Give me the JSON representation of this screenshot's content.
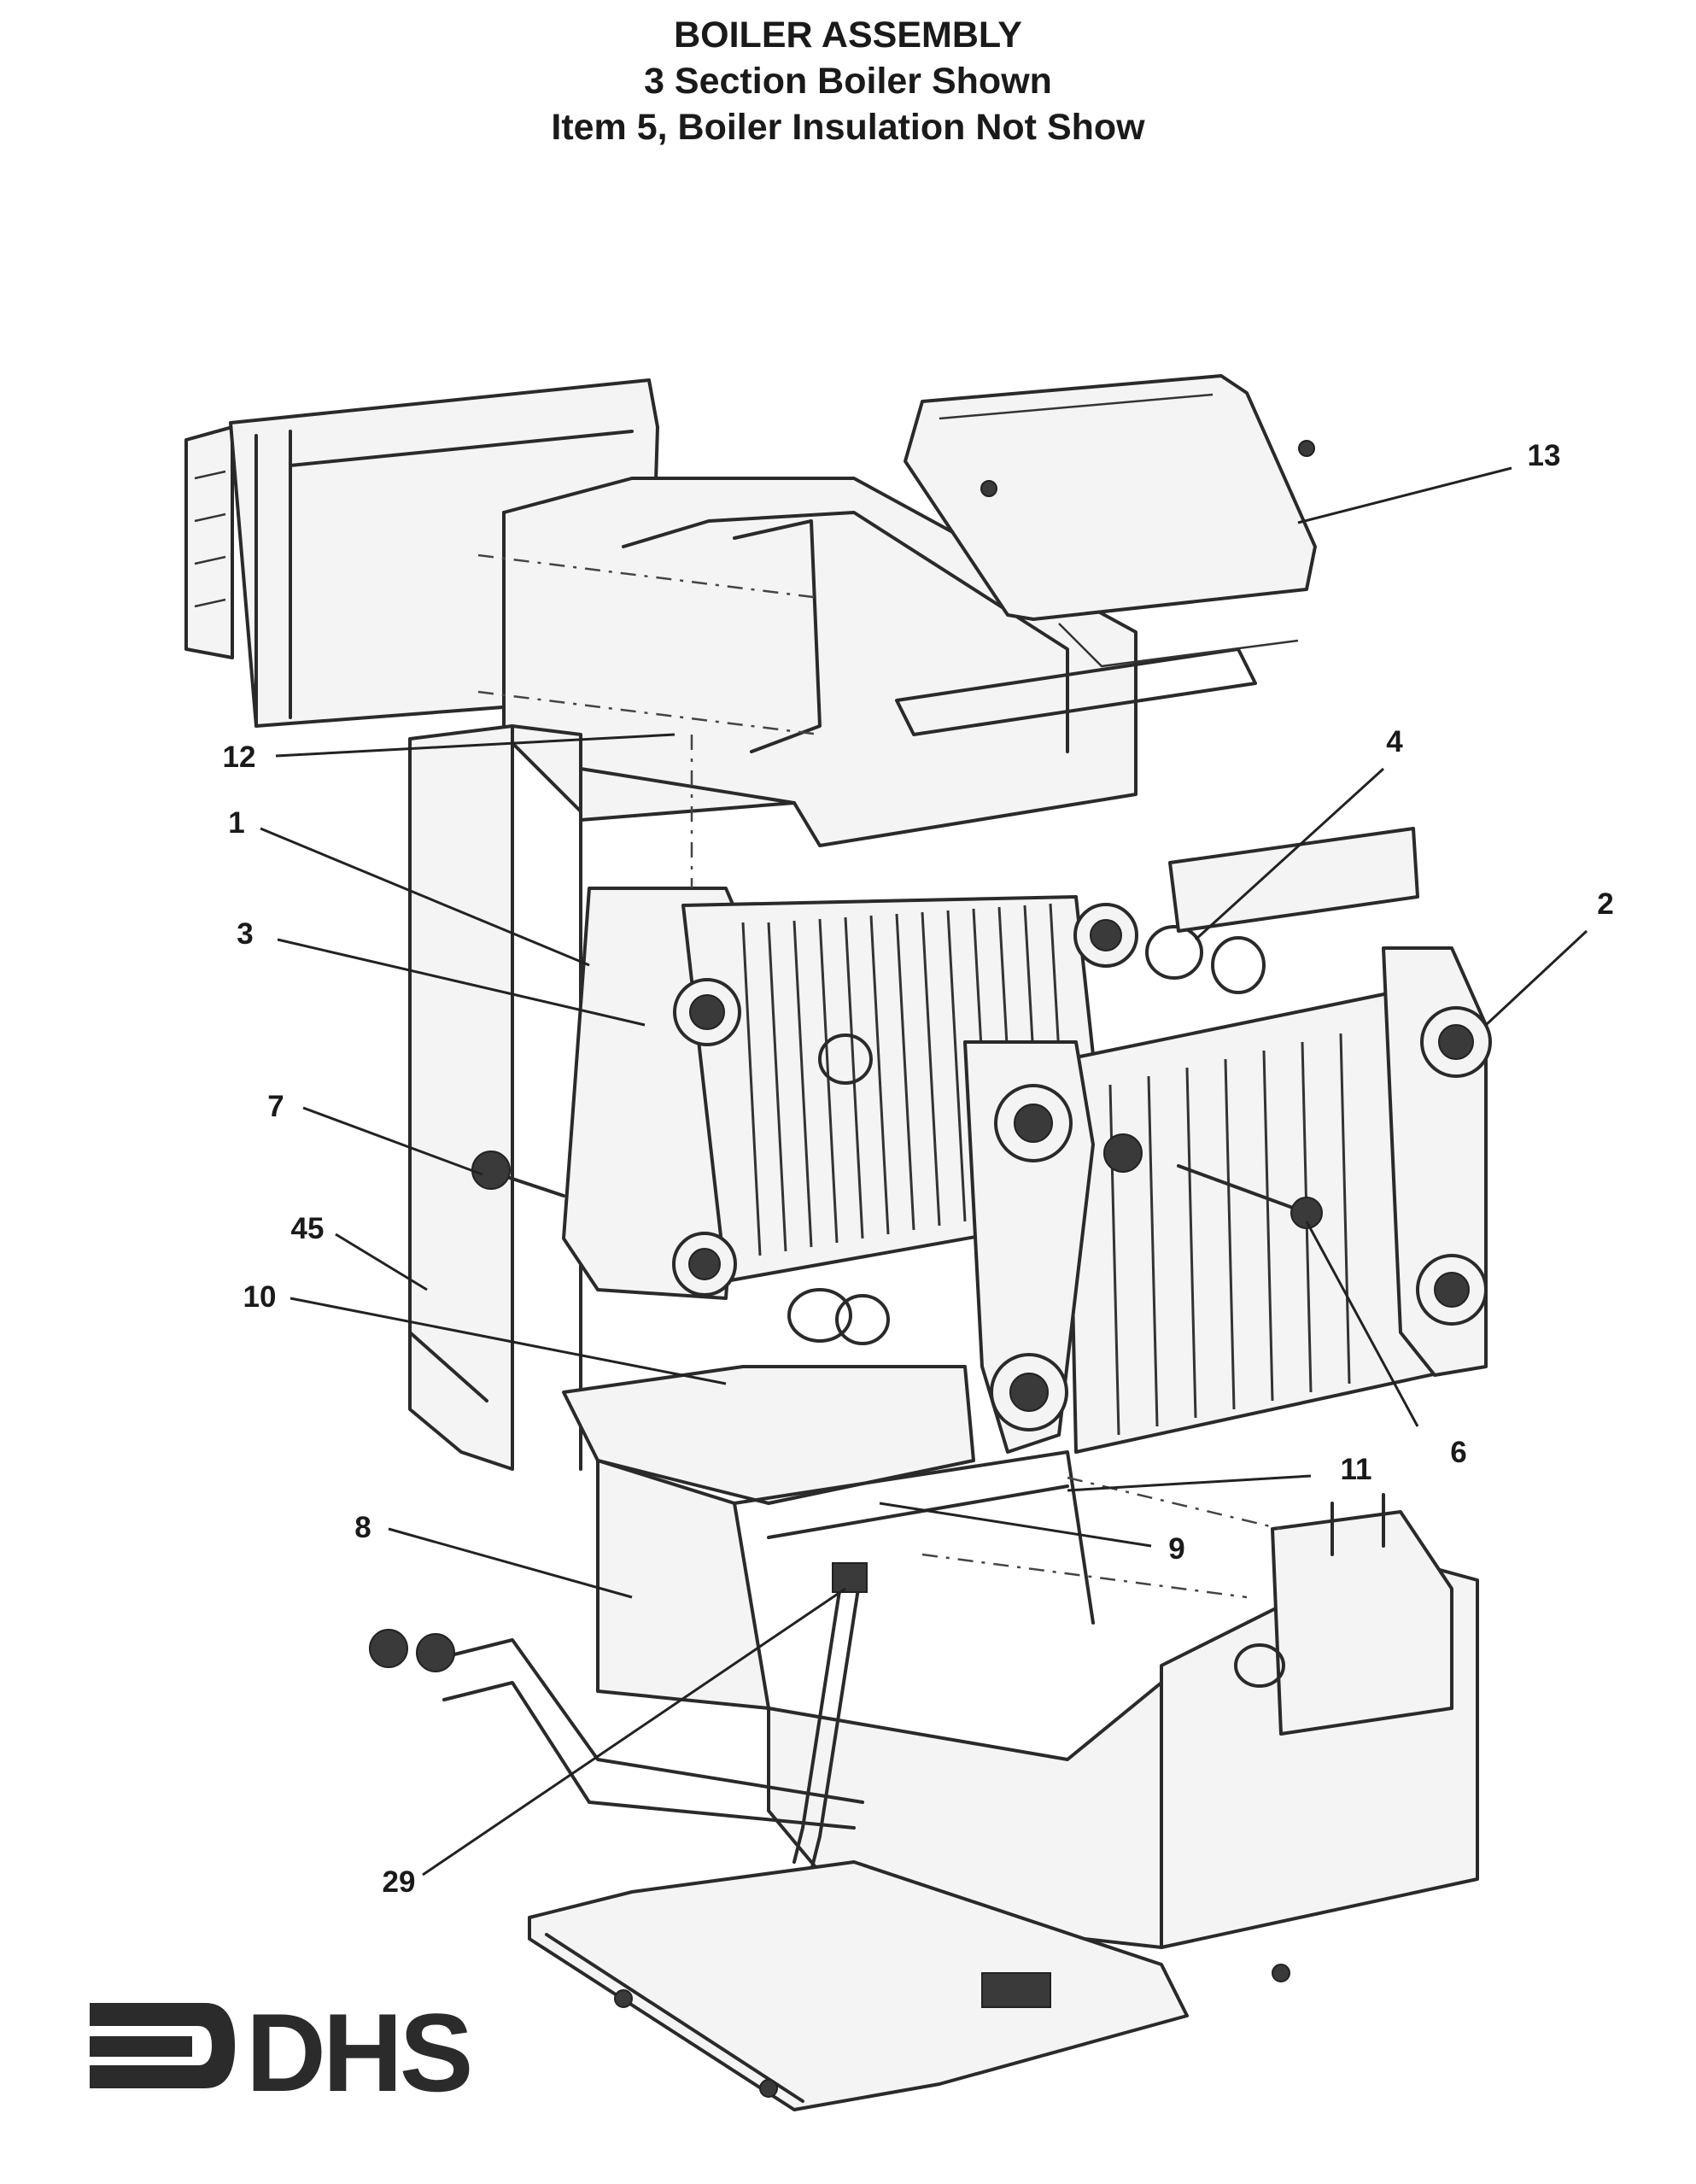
{
  "header": {
    "title_line1": "BOILER ASSEMBLY",
    "title_line2": "3 Section Boiler Shown",
    "title_line3": "Item 5, Boiler Insulation Not Show"
  },
  "callouts": [
    {
      "id": "13",
      "label": "13"
    },
    {
      "id": "12",
      "label": "12"
    },
    {
      "id": "4",
      "label": "4"
    },
    {
      "id": "1",
      "label": "1"
    },
    {
      "id": "2",
      "label": "2"
    },
    {
      "id": "3",
      "label": "3"
    },
    {
      "id": "7",
      "label": "7"
    },
    {
      "id": "45",
      "label": "45"
    },
    {
      "id": "10",
      "label": "10"
    },
    {
      "id": "6",
      "label": "6"
    },
    {
      "id": "11",
      "label": "11"
    },
    {
      "id": "8",
      "label": "8"
    },
    {
      "id": "9",
      "label": "9"
    },
    {
      "id": "29",
      "label": "29"
    }
  ],
  "logo": {
    "text": "DHS",
    "color": "#2b2b2b"
  }
}
